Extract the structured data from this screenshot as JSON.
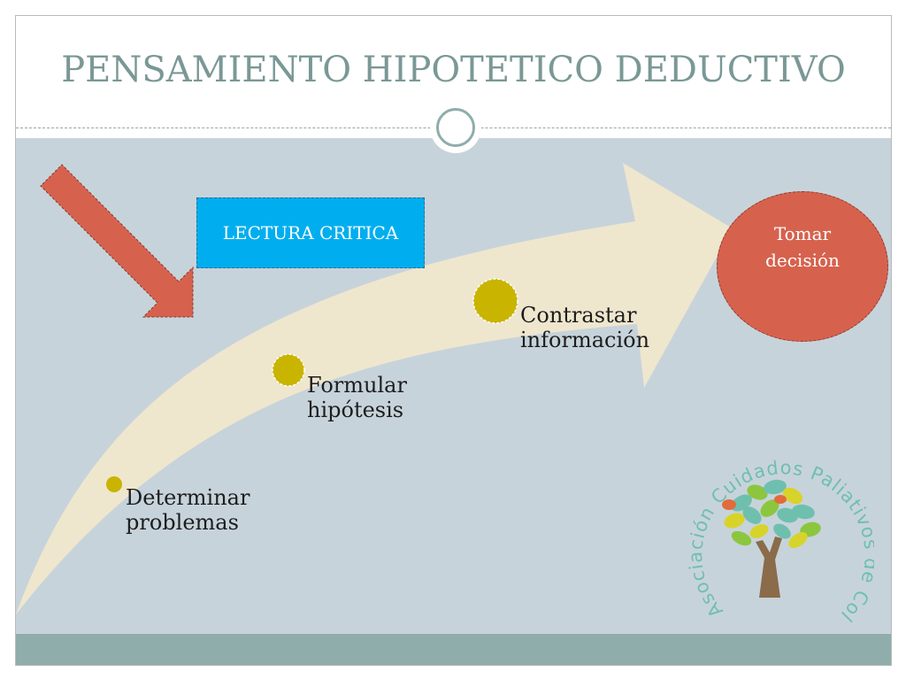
{
  "title": "PENSAMIENTO HIPOTETICO DEDUCTIVO",
  "annotation_box": "LECTURA CRITICA",
  "steps": [
    {
      "line1": "Determinar",
      "line2": "problemas"
    },
    {
      "line1": "Formular",
      "line2": "hipótesis"
    },
    {
      "line1": "Contrastar",
      "line2": "información"
    }
  ],
  "decision": {
    "line1": "Tomar",
    "line2": "decisión"
  },
  "logo": {
    "text": "Asociación Cuidados Paliativos de Colombia",
    "tree_icon": "tree-of-hands-icon"
  },
  "colors": {
    "title": "#7a9896",
    "background": "#c7d3db",
    "arrow_body": "#efe6ce",
    "step_dot": "#c9b400",
    "down_arrow": "#d6624d",
    "box": "#00aeef",
    "decision": "#d6624d",
    "footer": "#8fadaa"
  }
}
